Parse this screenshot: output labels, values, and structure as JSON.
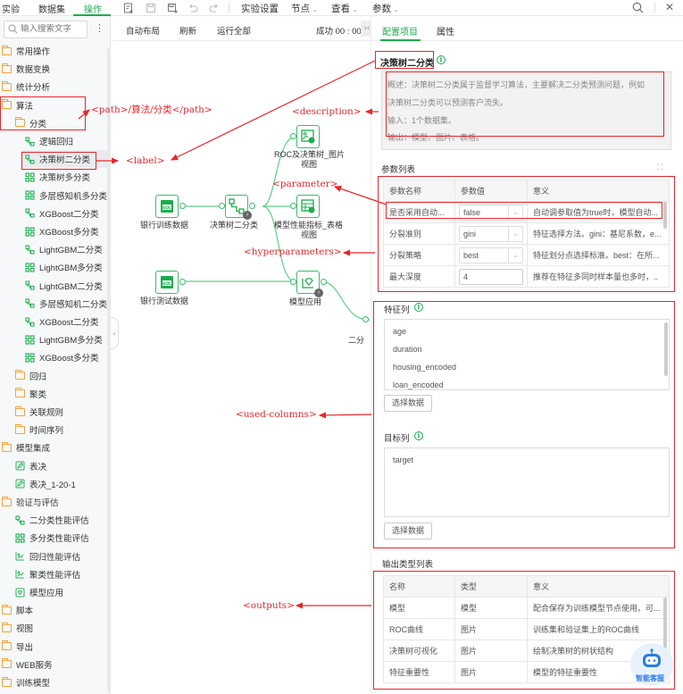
{
  "topbar": {
    "tabs": [
      {
        "label": "实验",
        "active": false
      },
      {
        "label": "数据集",
        "active": false
      },
      {
        "label": "操作",
        "active": true
      }
    ],
    "menus": [
      "实验设置",
      "节点",
      "查看",
      "参数"
    ],
    "accent_color": "#1aad4e"
  },
  "sidebar": {
    "search_placeholder": "输入搜索文字",
    "tree": [
      {
        "label": "常用操作",
        "type": "folder",
        "level": 0
      },
      {
        "label": "数据变换",
        "type": "folder",
        "level": 0
      },
      {
        "label": "统计分析",
        "type": "folder",
        "level": 0
      },
      {
        "label": "算法",
        "type": "folder",
        "level": 0
      },
      {
        "label": "分类",
        "type": "folder",
        "level": 1
      },
      {
        "label": "逻辑回归",
        "type": "binary",
        "level": 2
      },
      {
        "label": "决策树二分类",
        "type": "binary",
        "level": 2,
        "selected": true
      },
      {
        "label": "决策树多分类",
        "type": "multi",
        "level": 2
      },
      {
        "label": "多层感知机多分类",
        "type": "multi",
        "level": 2
      },
      {
        "label": "XGBoost二分类",
        "type": "binary",
        "level": 2
      },
      {
        "label": "XGBoost多分类",
        "type": "multi",
        "level": 2
      },
      {
        "label": "LightGBM二分类",
        "type": "binary",
        "level": 2
      },
      {
        "label": "LightGBM多分类",
        "type": "multi",
        "level": 2
      },
      {
        "label": "LightGBM二分类",
        "type": "binary",
        "level": 2
      },
      {
        "label": "多层感知机二分类",
        "type": "binary",
        "level": 2
      },
      {
        "label": "XGBoost二分类",
        "type": "binary",
        "level": 2
      },
      {
        "label": "LightGBM多分类",
        "type": "multi",
        "level": 2
      },
      {
        "label": "XGBoost多分类",
        "type": "multi",
        "level": 2
      },
      {
        "label": "回归",
        "type": "folder",
        "level": 1
      },
      {
        "label": "聚类",
        "type": "folder",
        "level": 1
      },
      {
        "label": "关联规则",
        "type": "folder",
        "level": 1
      },
      {
        "label": "时间序列",
        "type": "folder",
        "level": 1
      },
      {
        "label": "模型集成",
        "type": "folder",
        "level": 0
      },
      {
        "label": "表决",
        "type": "edit",
        "level": 1
      },
      {
        "label": "表决_1-20-1",
        "type": "edit",
        "level": 1
      },
      {
        "label": "验证与评估",
        "type": "folder",
        "level": 0
      },
      {
        "label": "二分类性能评估",
        "type": "binary",
        "level": 1
      },
      {
        "label": "多分类性能评估",
        "type": "multi",
        "level": 1
      },
      {
        "label": "回归性能评估",
        "type": "chart",
        "level": 1
      },
      {
        "label": "聚类性能评估",
        "type": "chart",
        "level": 1
      },
      {
        "label": "模型应用",
        "type": "apply",
        "level": 1
      },
      {
        "label": "脚本",
        "type": "folder",
        "level": 0
      },
      {
        "label": "视图",
        "type": "folder",
        "level": 0
      },
      {
        "label": "导出",
        "type": "folder",
        "level": 0
      },
      {
        "label": "WEB服务",
        "type": "folder",
        "level": 0
      },
      {
        "label": "训练模型",
        "type": "folder",
        "level": 0
      }
    ]
  },
  "canvas": {
    "toolbar": {
      "auto_layout": "自动布局",
      "refresh": "刷新",
      "run_all": "运行全部",
      "status": "成功 00 : 00"
    },
    "nodes": {
      "train_data": "银行训练数据",
      "dt_binary": "决策树二分类",
      "roc_view_1": "ROC及决策树_图片",
      "roc_view_2": "视图",
      "perf_view_1": "模型性能指标_表格",
      "perf_view_2": "视图",
      "test_data": "银行测试数据",
      "model_apply": "模型应用",
      "binary_eval": "二分"
    }
  },
  "annotations": {
    "path": "<path>/算法/分类</path>",
    "label": "<label>",
    "description": "<description>",
    "parameter": "<parameter>",
    "hyperparameters": "<hyperparameters>",
    "used_columns": "<used-columns>",
    "outputs": "<outputs>",
    "color": "#e8262c"
  },
  "right_panel": {
    "tabs": [
      {
        "label": "配置项目",
        "active": true
      },
      {
        "label": "属性",
        "active": false
      }
    ],
    "node_title": "决策树二分类",
    "description_lines": [
      "概述：决策树二分类属于监督学习算法，主要解决二分类预测问题，例如",
      "决策树二分类可以预测客户流失。",
      "输入：1个数据集。",
      "输出：模型、图片、表格。"
    ],
    "params": {
      "title": "参数列表",
      "headers": [
        "参数名称",
        "参数值",
        "意义"
      ],
      "rows": [
        {
          "name": "是否采用自动...",
          "value": "false",
          "type": "select",
          "meaning": "自动调参取值为true时，模型自动..."
        },
        {
          "name": "分裂准则",
          "value": "gini",
          "type": "select",
          "meaning": "特征选择方法。gini：基尼系数，e..."
        },
        {
          "name": "分裂策略",
          "value": "best",
          "type": "select",
          "meaning": "特征划分点选择标准。best：在所..."
        },
        {
          "name": "最大深度",
          "value": "4",
          "type": "input",
          "meaning": "推荐在特征多同时样本量也多时，.."
        }
      ]
    },
    "features": {
      "title": "特征列",
      "items": [
        "age",
        "duration",
        "housing_encoded",
        "loan_encoded"
      ],
      "select_button": "选择数据"
    },
    "target": {
      "title": "目标列",
      "items": [
        "target"
      ],
      "select_button": "选择数据"
    },
    "outputs": {
      "title": "输出类型列表",
      "headers": [
        "名称",
        "类型",
        "意义"
      ],
      "rows": [
        {
          "name": "模型",
          "type": "模型",
          "meaning": "配合保存为训练模型节点使用。可..."
        },
        {
          "name": "ROC曲线",
          "type": "图片",
          "meaning": "训练集和验证集上的ROC曲线"
        },
        {
          "name": "决策树可视化",
          "type": "图片",
          "meaning": "绘制决策树的树状结构"
        },
        {
          "name": "特征重要性",
          "type": "图片",
          "meaning": "模型的特征重要性"
        }
      ]
    },
    "assistant_label": "智能客服"
  }
}
